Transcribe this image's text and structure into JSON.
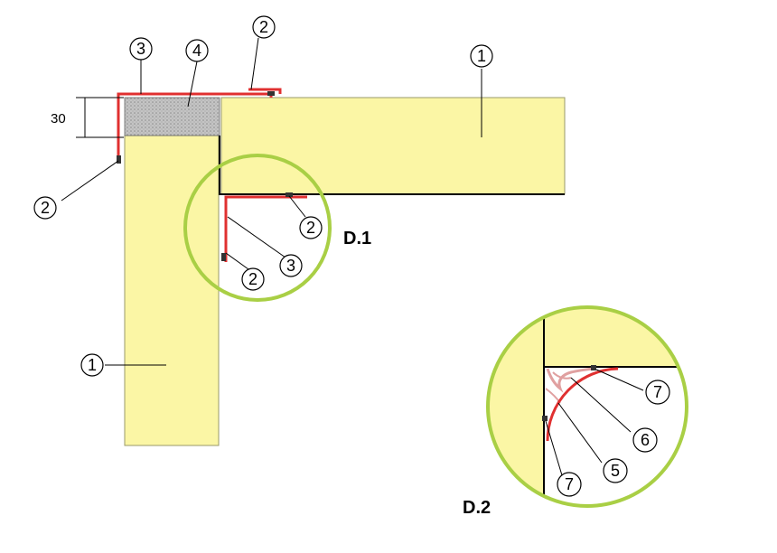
{
  "colors": {
    "panel": "#FBF6A5",
    "panel_edge": "#9a9a6a",
    "profile": "#E03030",
    "detail_ring": "#A9CF45",
    "filler": "#BDBDBD",
    "line": "#000000"
  },
  "dimension": {
    "label": "30"
  },
  "callouts": [
    {
      "id": "c-3-top",
      "text": "3"
    },
    {
      "id": "c-4-top",
      "text": "4"
    },
    {
      "id": "c-2-top",
      "text": "2"
    },
    {
      "id": "c-1-top",
      "text": "1"
    },
    {
      "id": "c-2-left",
      "text": "2"
    },
    {
      "id": "c-2-d1-right",
      "text": "2"
    },
    {
      "id": "c-3-d1",
      "text": "3"
    },
    {
      "id": "c-2-d1-bottom",
      "text": "2"
    },
    {
      "id": "c-1-left",
      "text": "1"
    },
    {
      "id": "c-7-d2-right",
      "text": "7"
    },
    {
      "id": "c-6-d2",
      "text": "6"
    },
    {
      "id": "c-5-d2",
      "text": "5"
    },
    {
      "id": "c-7-d2-bottom",
      "text": "7"
    }
  ],
  "details": {
    "d1": {
      "label": "D.1"
    },
    "d2": {
      "label": "D.2"
    }
  }
}
